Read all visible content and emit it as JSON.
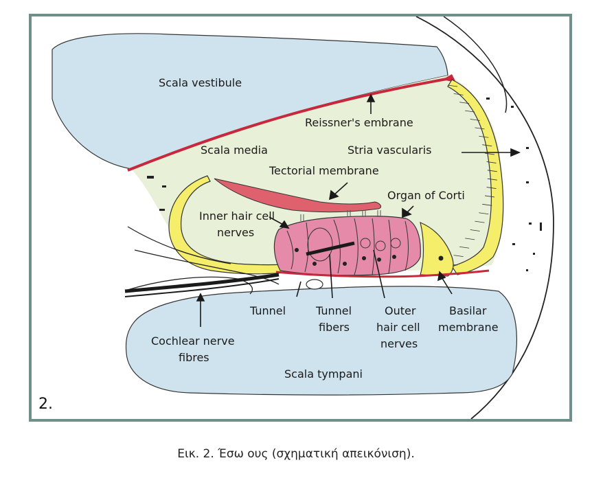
{
  "figure": {
    "number": "2.",
    "caption": "Εικ. 2. Έσω ους (σχηματική απεικόνιση)."
  },
  "labels": {
    "scala_vestibule": "Scala vestibule",
    "reissners_membrane": "Reissner's embrane",
    "scala_media": "Scala media",
    "stria_vascularis": "Stria vascularis",
    "tectorial_membrane": "Tectorial membrane",
    "organ_of_corti": "Organ of Corti",
    "inner_hair_cell_nerves": [
      "Inner hair cell",
      "nerves"
    ],
    "tunnel": "Tunnel",
    "tunnel_fibers": [
      "Tunnel",
      "fibers"
    ],
    "outer_hair_cell_nerves": [
      "Outer",
      "hair cell",
      "nerves"
    ],
    "basilar_membrane": [
      "Basilar",
      "membrane"
    ],
    "cochlear_nerve_fibres": [
      "Cochlear nerve",
      "fibres"
    ],
    "scala_tympani": "Scala tympani"
  },
  "colors": {
    "frame_border": "#6f8f8a",
    "scala_fluid": "#cfe3ee",
    "scala_media_fluid": "#e9f0d8",
    "membrane_red": "#c8283c",
    "tectorial_pink": "#e0616e",
    "organ_pink": "#e58aa8",
    "cells_yellow": "#f4ee6a",
    "nerve_dark": "#1a1a1a"
  }
}
